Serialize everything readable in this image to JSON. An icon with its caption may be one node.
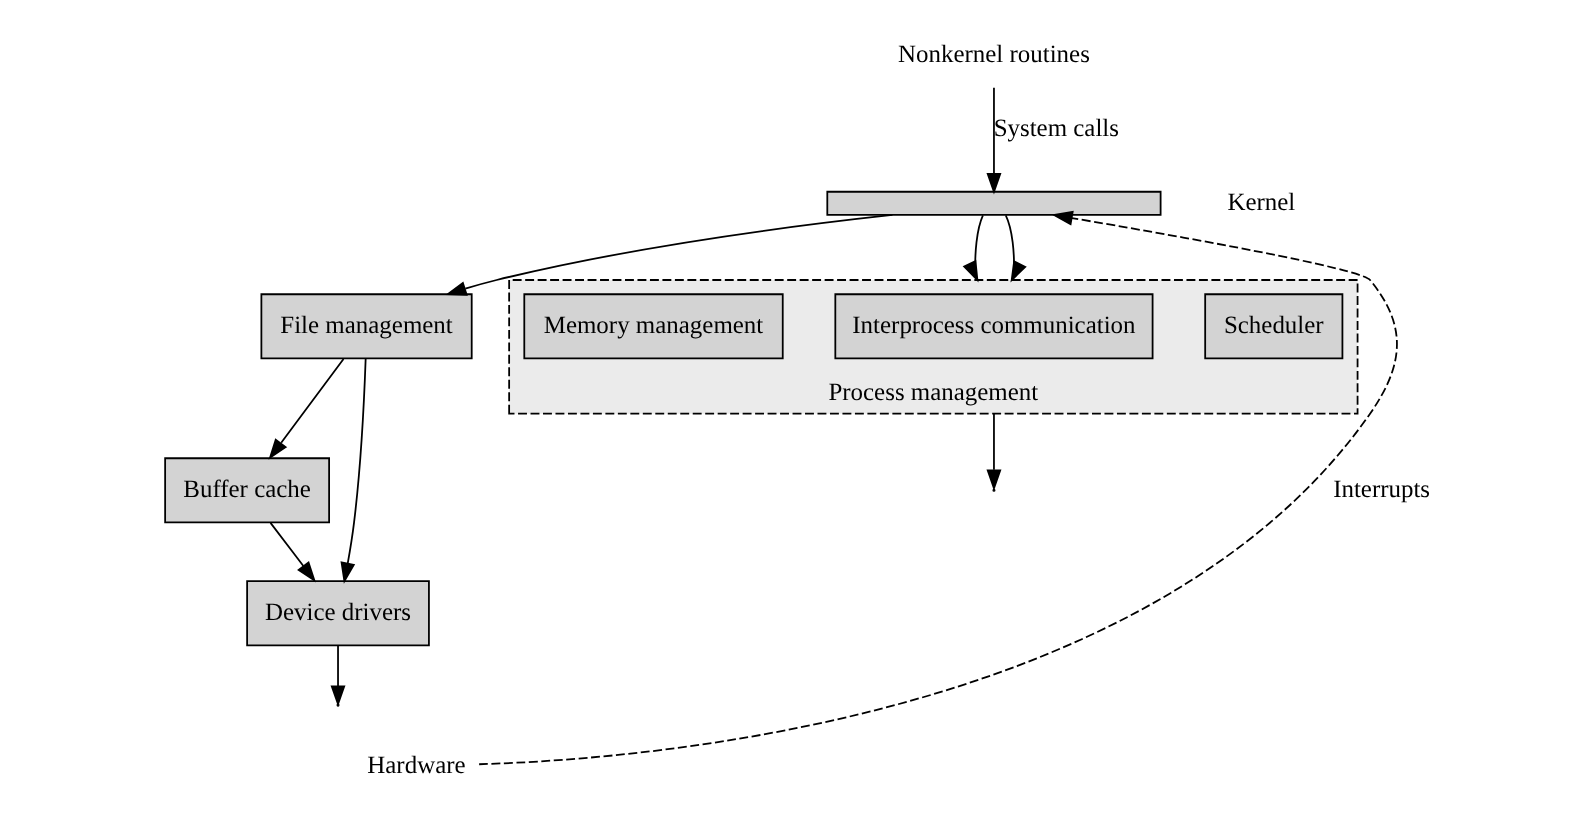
{
  "diagram": {
    "nodes": [
      {
        "text": [
          "Nonkernel routines"
        ]
      },
      {
        "text": [],
        "shape": "bar"
      },
      {
        "text": [
          "File management"
        ]
      },
      {
        "text": [
          "Buffer cache"
        ]
      },
      {
        "text": [
          "Device drivers"
        ]
      },
      {
        "text": [
          "Process management"
        ]
      },
      {
        "text": [
          "Scheduler"
        ],
        "in": 5
      },
      {
        "text": [
          "Interprocess communication"
        ],
        "in": 5
      },
      {
        "text": [
          "Memory management"
        ],
        "in": 5
      },
      {
        "text": [
          "Hardware"
        ]
      }
    ],
    "edges": [
      {
        "from": 0,
        "to": 1,
        "arrow": "to",
        "label": "System calls"
      },
      {
        "from": 1,
        "to": 2,
        "arrow": "to"
      },
      {
        "from": 1,
        "to": 5,
        "arrow": "to"
      },
      {
        "from": 1,
        "to": 5,
        "arrow": "to"
      },
      {
        "from": 2,
        "to": 3,
        "arrow": "to"
      },
      {
        "from": 2,
        "to": 4,
        "arrow": "to"
      },
      {
        "from": 3,
        "to": 4,
        "arrow": "to"
      },
      {
        "from": 4,
        "to": null,
        "arrow": "to"
      },
      {
        "from": 5,
        "to": null,
        "arrow": "to"
      },
      {
        "from": 9,
        "to": 1,
        "arrow": "to",
        "style": "dashed",
        "label": "Interrupts"
      }
    ],
    "labels": [
      "Kernel"
    ]
  }
}
